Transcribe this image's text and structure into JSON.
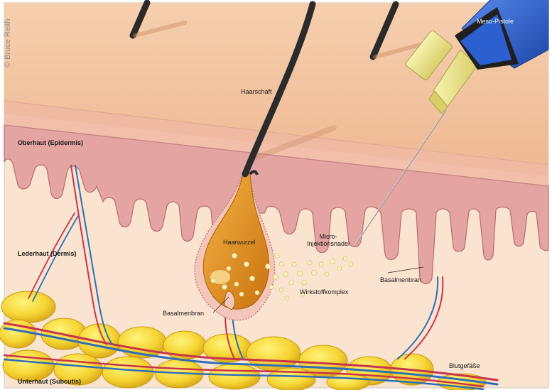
{
  "credit": "© Bruce Reith",
  "labels": {
    "meso_pistole": "Meso-Pistole",
    "haarschaft": "Haarschaft",
    "oberhaut": "Oberhaut (Epidermis)",
    "lederhaut": "Lederhaut (Dermis)",
    "unterhaut": "Unterhaut (Subcutis)",
    "haarwurzel": "Haarwurzel",
    "micro_line1": "Micro-",
    "micro_line2": "Injektionsnadel",
    "wirkstoffkomplex": "Wirkstoffkomplex",
    "basalmembran_left": "Basalmenbran",
    "basalmembran_right": "Basalmenbran",
    "blutgefaesse": "Blutgefäße"
  },
  "colors": {
    "skin_surface": "#f3c7a0",
    "epidermis": "#e6a4a2",
    "dermis": "#fae3cf",
    "fat": "#f5d43a",
    "artery": "#c8344a",
    "vein": "#2f6fb5",
    "hair": "#2b2b2b",
    "root": "#e69a1e",
    "pistol": "#2c5fd0",
    "needle_hub": "#e9e28a"
  }
}
